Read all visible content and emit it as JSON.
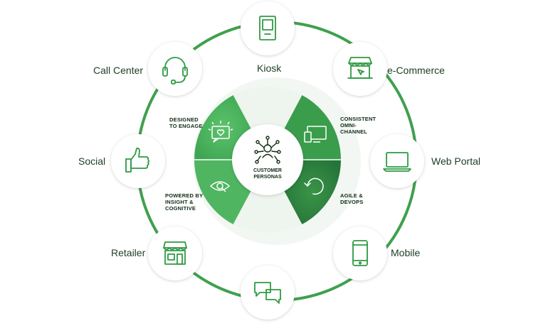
{
  "center": {
    "title_line1": "CUSTOMER",
    "title_line2": "PERSONAS",
    "icon": "network-people-icon"
  },
  "pillars": [
    {
      "lines": [
        "DESIGNED",
        "TO ENGAGE"
      ],
      "icon": "engage-heart-icon"
    },
    {
      "lines": [
        "CONSISTENT",
        "OMNI-",
        "CHANNEL"
      ],
      "icon": "devices-icon"
    },
    {
      "lines": [
        "POWERED BY",
        "INSIGHT &",
        "COGNITIVE"
      ],
      "icon": "eye-icon"
    },
    {
      "lines": [
        "AGILE &",
        "DEVOPS"
      ],
      "icon": "cycle-arrow-icon"
    }
  ],
  "channels": [
    {
      "label": "Kiosk",
      "icon": "kiosk-icon"
    },
    {
      "label": "e-Commerce",
      "icon": "ecommerce-store-icon"
    },
    {
      "label": "Web Portal",
      "icon": "laptop-icon"
    },
    {
      "label": "Mobile",
      "icon": "mobile-phone-icon"
    },
    {
      "label": "",
      "icon": "chat-bubbles-icon"
    },
    {
      "label": "Retailer",
      "icon": "storefront-icon"
    },
    {
      "label": "Social",
      "icon": "thumbs-up-icon"
    },
    {
      "label": "Call Center",
      "icon": "headset-icon"
    }
  ],
  "colors": {
    "ring": "#3fa04e",
    "icon_stroke": "#2f9a44",
    "segment_light": "#4fb560",
    "segment_mid": "#3a9d4c",
    "segment_dark": "#2a7d3a",
    "segment_faint": "#eef5ee",
    "text_dark": "#0f2a15"
  }
}
